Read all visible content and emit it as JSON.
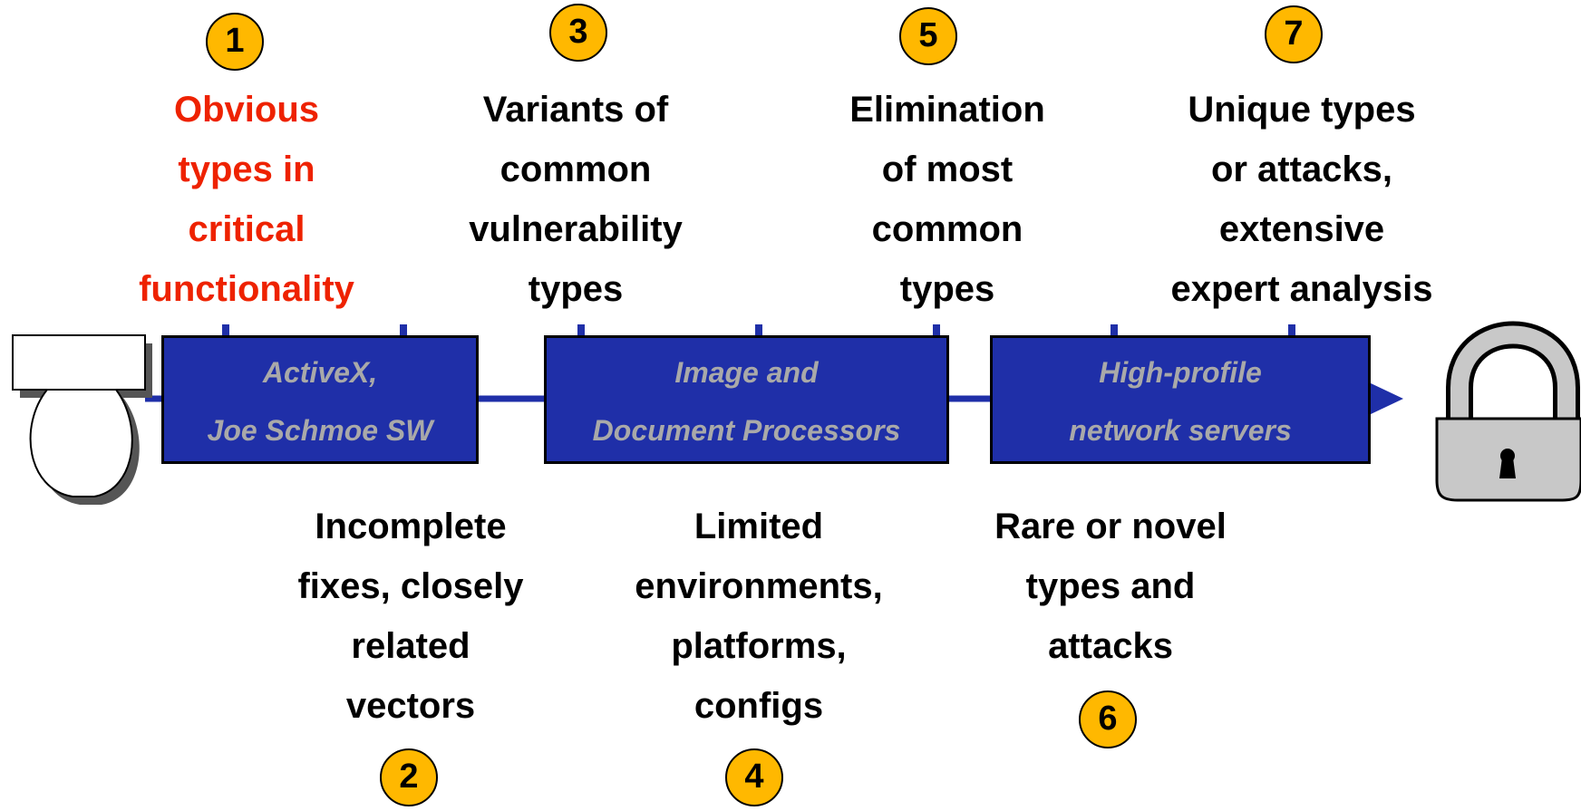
{
  "colors": {
    "box_fill": "#1F2FA8",
    "box_text": "#A9A9A9",
    "circle_fill": "#FFB800",
    "highlight_text": "#EE2200",
    "lock_fill": "#C8C8C8"
  },
  "steps_top": [
    {
      "number": "1",
      "lines": [
        "Obvious",
        "types in",
        "critical",
        "functionality"
      ]
    },
    {
      "number": "3",
      "lines": [
        "Variants of",
        "common",
        "vulnerability",
        "types"
      ]
    },
    {
      "number": "5",
      "lines": [
        "Elimination",
        "of most",
        "common",
        "types"
      ]
    },
    {
      "number": "7",
      "lines": [
        "Unique types",
        "or attacks,",
        "extensive",
        "expert analysis"
      ]
    }
  ],
  "steps_bottom": [
    {
      "number": "2",
      "lines": [
        "Incomplete",
        "fixes, closely",
        "related",
        "vectors"
      ]
    },
    {
      "number": "4",
      "lines": [
        "Limited",
        "environments,",
        "platforms,",
        "configs"
      ]
    },
    {
      "number": "6",
      "lines": [
        "Rare or novel",
        "types and",
        "attacks"
      ]
    }
  ],
  "boxes": [
    {
      "lines": [
        "ActiveX,",
        "Joe Schmoe SW"
      ]
    },
    {
      "lines": [
        "Image and",
        "Document Processors"
      ]
    },
    {
      "lines": [
        "High-profile",
        "network servers"
      ]
    }
  ],
  "icons": {
    "start": "toilet-icon",
    "end": "padlock-icon"
  }
}
